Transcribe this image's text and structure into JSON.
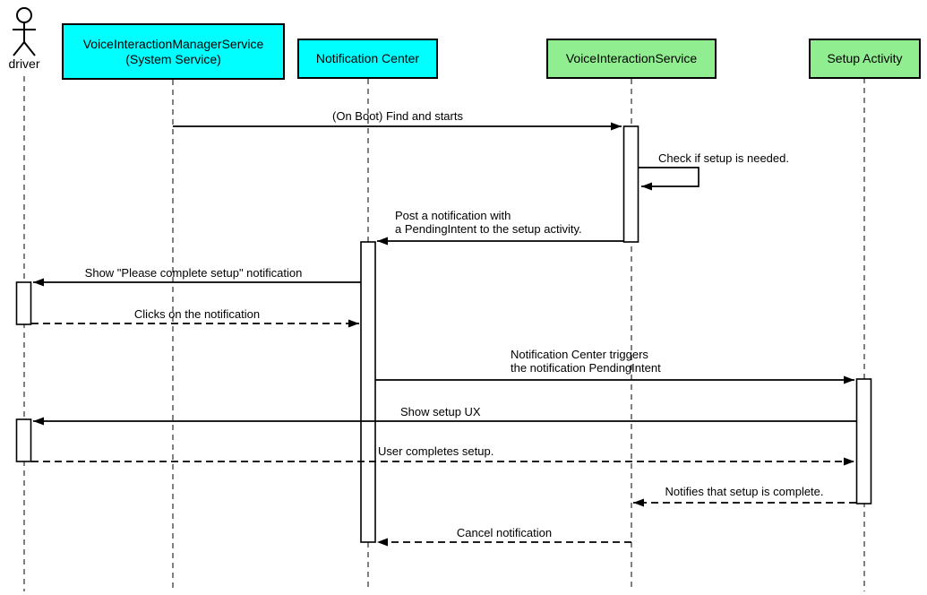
{
  "diagram": {
    "type": "uml-sequence-diagram",
    "background": "#FFFFFF"
  },
  "colors": {
    "participant_cyan": "#00FFFF",
    "participant_green": "#90EE90",
    "line_color": "#000000",
    "background": "#FFFFFF"
  },
  "participants": [
    {
      "name": "driver",
      "kind": "actor"
    },
    {
      "label": "VoiceInteractionManagerService\n(System Service)",
      "kind": "lifeline-box",
      "fill": "#00FFFF"
    },
    {
      "label": "Notification Center",
      "kind": "lifeline-box",
      "fill": "#00FFFF"
    },
    {
      "label": "VoiceInteractionService",
      "kind": "lifeline-box",
      "fill": "#90EE90"
    },
    {
      "label": "Setup Activity",
      "kind": "lifeline-box",
      "fill": "#90EE90"
    }
  ],
  "messages": [
    {
      "label": "(On Boot) Find and starts",
      "from": "VoiceInteractionManagerService (System Service)",
      "to": "VoiceInteractionService",
      "line": "solid",
      "direction": "right"
    },
    {
      "label": "Check if setup is needed.",
      "from": "VoiceInteractionService",
      "to": "VoiceInteractionService",
      "line": "solid",
      "direction": "self"
    },
    {
      "label": "Post a notification with\na PendingIntent to the setup activity.",
      "from": "VoiceInteractionService",
      "to": "Notification Center",
      "line": "solid",
      "direction": "left"
    },
    {
      "label": "Show \"Please complete setup\" notification",
      "from": "Notification Center",
      "to": "driver",
      "line": "solid",
      "direction": "left"
    },
    {
      "label": "Clicks on the notification",
      "from": "driver",
      "to": "Notification Center",
      "line": "dashed",
      "direction": "right"
    },
    {
      "label": "Notification Center triggers\nthe notification PendingIntent",
      "from": "Notification Center",
      "to": "Setup Activity",
      "line": "solid",
      "direction": "right"
    },
    {
      "label": "Show setup UX",
      "from": "Setup Activity",
      "to": "driver",
      "line": "solid",
      "direction": "left"
    },
    {
      "label": "User completes setup.",
      "from": "driver",
      "to": "Setup Activity",
      "line": "dashed",
      "direction": "right"
    },
    {
      "label": "Notifies that setup is complete.",
      "from": "Setup Activity",
      "to": "VoiceInteractionService",
      "line": "dashed",
      "direction": "left"
    },
    {
      "label": "Cancel notification",
      "from": "VoiceInteractionService",
      "to": "Notification Center",
      "line": "dashed",
      "direction": "left"
    }
  ]
}
